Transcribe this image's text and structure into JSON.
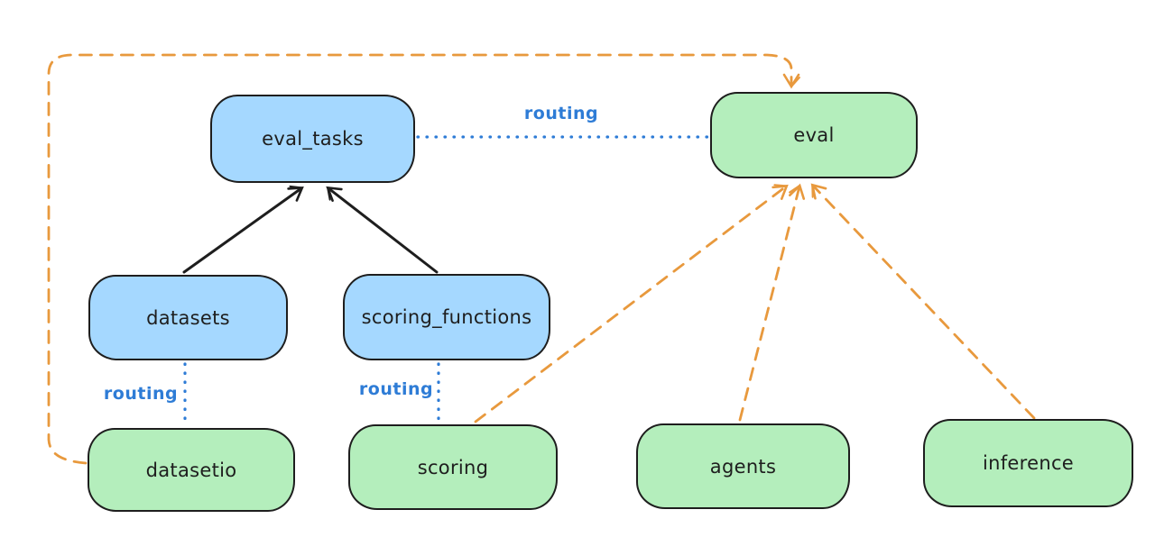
{
  "diagram": {
    "nodes": {
      "eval_tasks": {
        "label": "eval_tasks",
        "fill": "#a5d8ff"
      },
      "eval": {
        "label": "eval",
        "fill": "#b4eebc"
      },
      "datasets": {
        "label": "datasets",
        "fill": "#a5d8ff"
      },
      "scoring_functions": {
        "label": "scoring_functions",
        "fill": "#a5d8ff"
      },
      "datasetio": {
        "label": "datasetio",
        "fill": "#b4eebc"
      },
      "scoring": {
        "label": "scoring",
        "fill": "#b4eebc"
      },
      "agents": {
        "label": "agents",
        "fill": "#b4eebc"
      },
      "inference": {
        "label": "inference",
        "fill": "#b4eebc"
      }
    },
    "edge_labels": {
      "eval_tasks_to_eval": "routing",
      "datasets_to_datasetio": "routing",
      "scoring_functions_to_scoring": "routing"
    },
    "edges": [
      {
        "from": "datasets",
        "to": "eval_tasks",
        "style": "solid",
        "color": "#1e1e1e",
        "arrow": true
      },
      {
        "from": "scoring_functions",
        "to": "eval_tasks",
        "style": "solid",
        "color": "#1e1e1e",
        "arrow": true
      },
      {
        "from": "eval_tasks",
        "to": "eval",
        "style": "dotted",
        "color": "#2e7cd6",
        "arrow": false,
        "label": "routing"
      },
      {
        "from": "datasets",
        "to": "datasetio",
        "style": "dotted",
        "color": "#2e7cd6",
        "arrow": false,
        "label": "routing"
      },
      {
        "from": "scoring_functions",
        "to": "scoring",
        "style": "dotted",
        "color": "#2e7cd6",
        "arrow": false,
        "label": "routing"
      },
      {
        "from": "datasetio",
        "to": "eval",
        "style": "dashed",
        "color": "#e8993d",
        "arrow": true
      },
      {
        "from": "scoring",
        "to": "eval",
        "style": "dashed",
        "color": "#e8993d",
        "arrow": true
      },
      {
        "from": "agents",
        "to": "eval",
        "style": "dashed",
        "color": "#e8993d",
        "arrow": true
      },
      {
        "from": "inference",
        "to": "eval",
        "style": "dashed",
        "color": "#e8993d",
        "arrow": true
      }
    ],
    "colors": {
      "background": "#ffffff",
      "node_stroke": "#1e1e1e",
      "blue_fill": "#a5d8ff",
      "green_fill": "#b4eebc",
      "routing_blue": "#2e7cd6",
      "dependency_orange": "#e8993d",
      "solid_arrow_black": "#1e1e1e"
    }
  }
}
